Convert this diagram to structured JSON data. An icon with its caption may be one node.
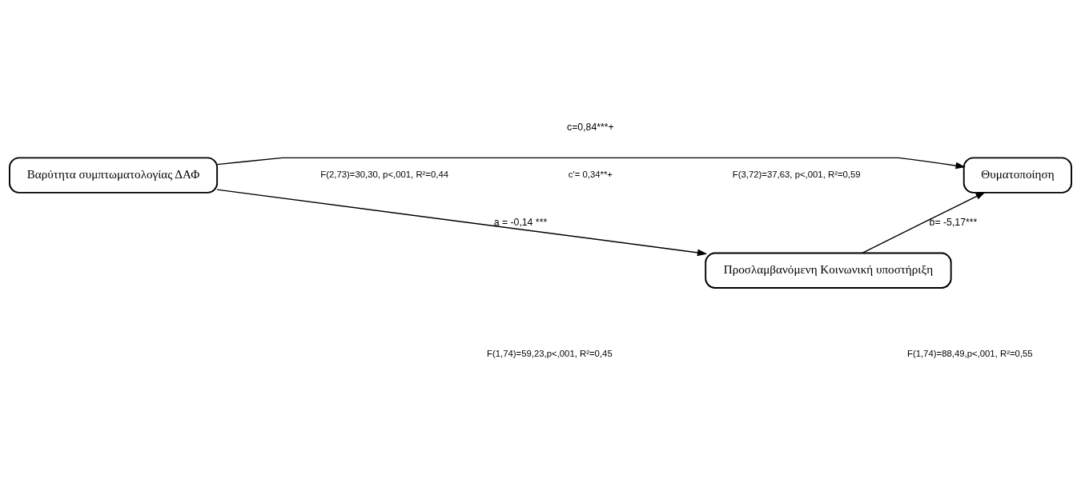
{
  "diagram": {
    "nodes": [
      {
        "text": [
          "Βαρύτητα συμπτωματολογίας ΔΑΦ"
        ]
      },
      {
        "text": [
          "Προσλαμβανόμενη Κοινωνική υποστήριξη"
        ]
      },
      {
        "text": [
          "Θυματοποίηση"
        ]
      }
    ],
    "edges": [
      {
        "from": 0,
        "to": 1,
        "arrow": "to",
        "label": "a = -0,14 ***"
      },
      {
        "from": 1,
        "to": 2,
        "arrow": "to",
        "label": "b= -5,17***"
      },
      {
        "from": 0,
        "to": 2,
        "arrow": "to",
        "label": "c=0,84***+"
      }
    ],
    "labels": [
      "F(1,74)=59,23,p<,001, R²=0,45",
      "F(1,74)=88,49,p<,001, R²=0,55",
      "F(2,73)=30,30, p<,001, R²=0,44",
      "c′= 0,34**+",
      "F(3,72)=37,63, p<,001, R²=0,59"
    ]
  }
}
